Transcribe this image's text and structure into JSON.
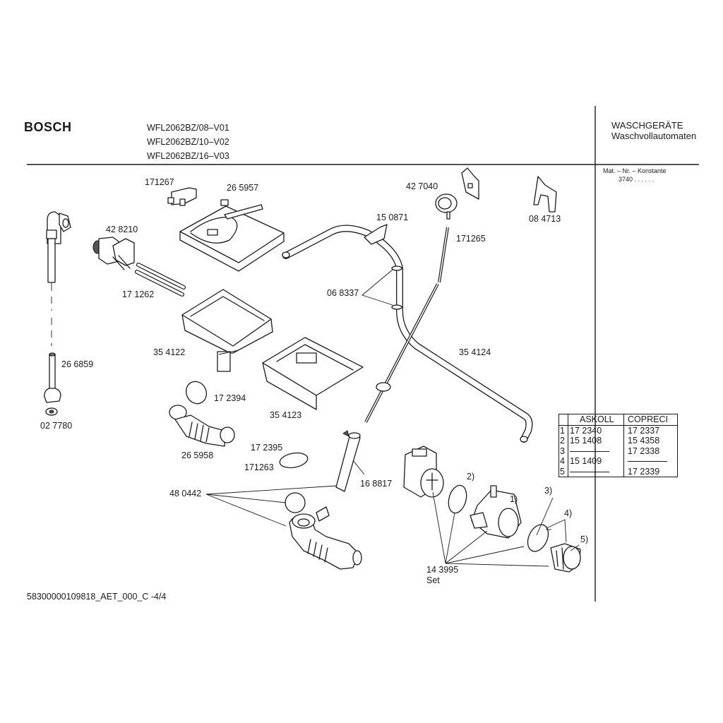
{
  "header": {
    "brand": "BOSCH",
    "models": [
      "WFL2062BZ/08–V01",
      "WFL2062BZ/10–V02",
      "WFL2062BZ/16–V03"
    ],
    "category": "WASCHGERÄTE",
    "subcategory": "Waschvollautomaten",
    "mat_label": "Mat. – Nr. – Konstante",
    "mat_value": "3740  .  .     .  .  .  ."
  },
  "parts": {
    "p171267": "171267",
    "p265957": "26 5957",
    "p428210": "42 8210",
    "p171262": "17 1262",
    "p427040": "42 7040",
    "p150871": "15 0871",
    "p084713": "08 4713",
    "p171265": "171265",
    "p068337": "06 8337",
    "p354122": "35 4122",
    "p354124": "35 4124",
    "p266859": "26 6859",
    "p172394": "17 2394",
    "p354123": "35 4123",
    "p027780": "02 7780",
    "p265958": "26 5958",
    "p172395": "17 2395",
    "p171263": "171263",
    "p168817": "16 8817",
    "p480442": "48 0442",
    "p143995": "14 3995",
    "p143995_sub": "Set",
    "idx1": "1)",
    "idx2": "2)",
    "idx3": "3)",
    "idx4": "4)",
    "idx5": "5)"
  },
  "pump_table": {
    "headers": [
      "ASKOLL",
      "COPRECI"
    ],
    "rows": [
      {
        "n": "1",
        "askoll": "17 2340",
        "copreci": "17 2337"
      },
      {
        "n": "2",
        "askoll": "15 1408",
        "copreci": "15 4358"
      },
      {
        "n": "3",
        "askoll": "",
        "copreci": "17 2338"
      },
      {
        "n": "4",
        "askoll": "15 1409",
        "copreci": ""
      },
      {
        "n": "5",
        "askoll": "",
        "copreci": "17 2339"
      }
    ]
  },
  "footer": {
    "doc_id": "58300000109818_AET_000_C -4/4"
  }
}
